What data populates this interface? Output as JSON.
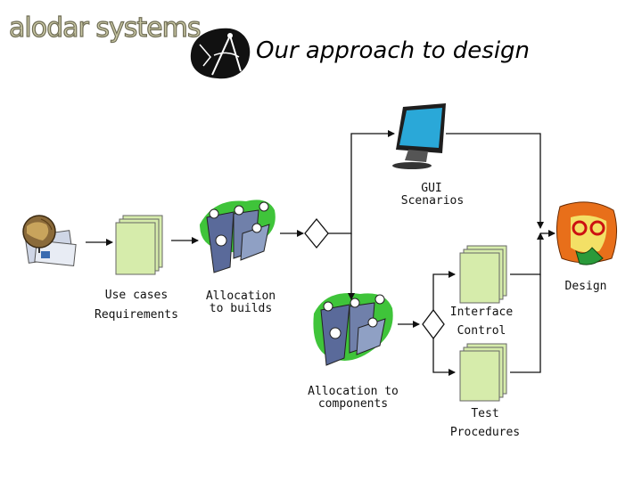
{
  "header": {
    "logo_text": "alodar systems",
    "title": "Our approach to design"
  },
  "diagram": {
    "use_cases": "Use cases",
    "requirements": "Requirements",
    "allocation_builds_1": "Allocation",
    "allocation_builds_2": "to builds",
    "gui_1": "GUI",
    "gui_2": "Scenarios",
    "allocation_components_1": "Allocation to",
    "allocation_components_2": "components",
    "interface_1": "Interface",
    "interface_2": "Control",
    "test_1": "Test",
    "test_2": "Procedures",
    "design": "Design"
  },
  "colors": {
    "doc_fill": "#d6ecab",
    "green_blob": "#3fc43a",
    "monitor_screen": "#2aa8d8"
  }
}
